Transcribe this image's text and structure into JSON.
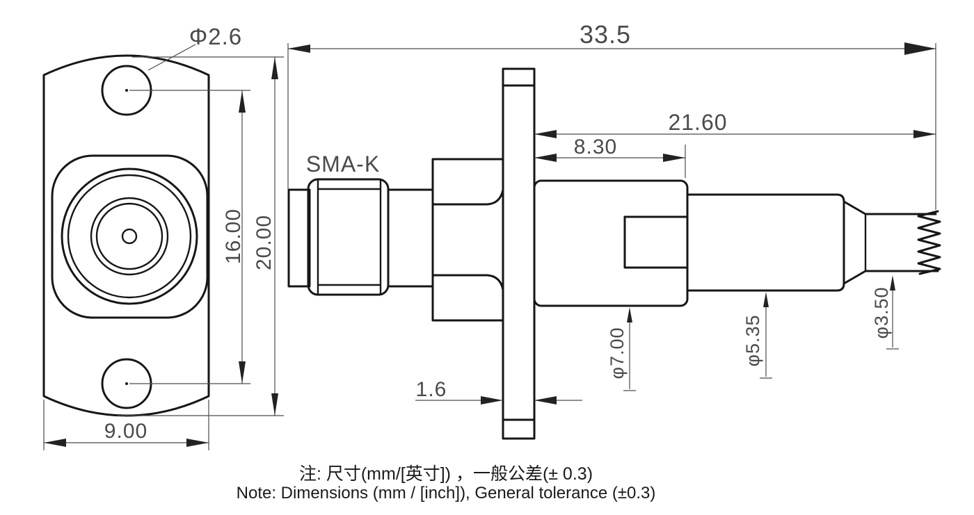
{
  "front_view": {
    "labels": {
      "hole_diameter": "Φ2.6",
      "hole_spacing": "16.00",
      "flange_height": "20.00",
      "flange_width": "9.00"
    }
  },
  "side_view": {
    "labels": {
      "interface": "SMA-K",
      "overall_length": "33.5",
      "rear_length": "21.60",
      "boss_length": "8.30",
      "flange_thickness": "1.6",
      "body_diameter": "φ7.00",
      "sleeve_diameter": "φ5.35",
      "cable_diameter": "φ3.50"
    }
  },
  "note": {
    "line1": "注: 尺寸(mm/[英寸]) ，一般公差(± 0.3)",
    "line2": "Note: Dimensions (mm / [inch]), General tolerance (±0.3)"
  },
  "colors": {
    "outline": "#161616",
    "dimension": "#4a4a4a",
    "arrow": "#222222",
    "background": "#ffffff"
  }
}
